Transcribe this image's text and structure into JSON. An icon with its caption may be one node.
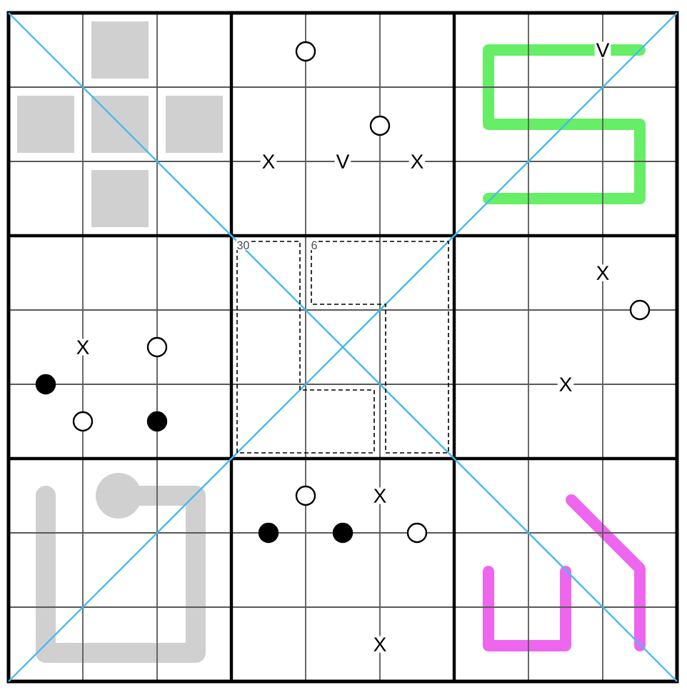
{
  "diagram": {
    "nodes": [
      {
        "text": [
          "30"
        ]
      },
      {
        "text": [
          "6"
        ]
      }
    ],
    "labels": [
      "V",
      "X",
      "V",
      "X",
      "X",
      "X",
      "X",
      "X",
      "X"
    ]
  }
}
